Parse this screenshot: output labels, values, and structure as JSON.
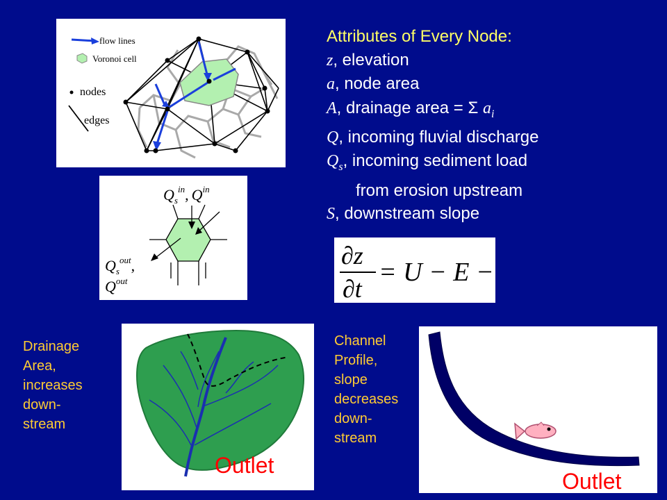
{
  "mesh_legend": {
    "flow_lines": "flow lines",
    "voronoi_cell": "Voronoi cell",
    "nodes": "nodes",
    "edges": "edges"
  },
  "node_diagram": {
    "q_s": "Q",
    "sub_s": "s",
    "sup_in": "in",
    "sup_out": "out",
    "comma": ",",
    "q": "Q"
  },
  "attributes": {
    "heading": "Attributes of Every Node:",
    "lines": [
      {
        "symbol": "z",
        "text": ", elevation"
      },
      {
        "symbol": "a",
        "text": ", node area"
      },
      {
        "symbol": "A",
        "text": ", drainage area = Σ ",
        "tail_symbol": "a",
        "tail_sub": "i"
      },
      {
        "symbol": "Q",
        "text": ", incoming fluvial discharge"
      },
      {
        "symbol": "Q",
        "sub": "s",
        "text": ", incoming sediment load"
      },
      {
        "text": "from erosion upstream",
        "indent": true
      },
      {
        "symbol": "S",
        "text": ", downstream slope"
      }
    ]
  },
  "equation": {
    "numerator": "∂z",
    "denominator": "∂t",
    "rhs": "= U − E − H"
  },
  "drainage_note": [
    "Drainage",
    "Area,",
    "increases",
    "down-",
    "stream"
  ],
  "channel_note": [
    "Channel",
    "Profile,",
    "slope",
    "decreases",
    "down-",
    "stream"
  ],
  "outlet_label": "Outlet",
  "colors": {
    "background": "#000c8c",
    "heading": "#ffff66",
    "note": "#ffcc33",
    "outlet": "#ff0000",
    "basin": "#2e9e4f",
    "channel": "#000066",
    "voronoi": "#b3f0b0",
    "flow": "#1a3fdc"
  }
}
